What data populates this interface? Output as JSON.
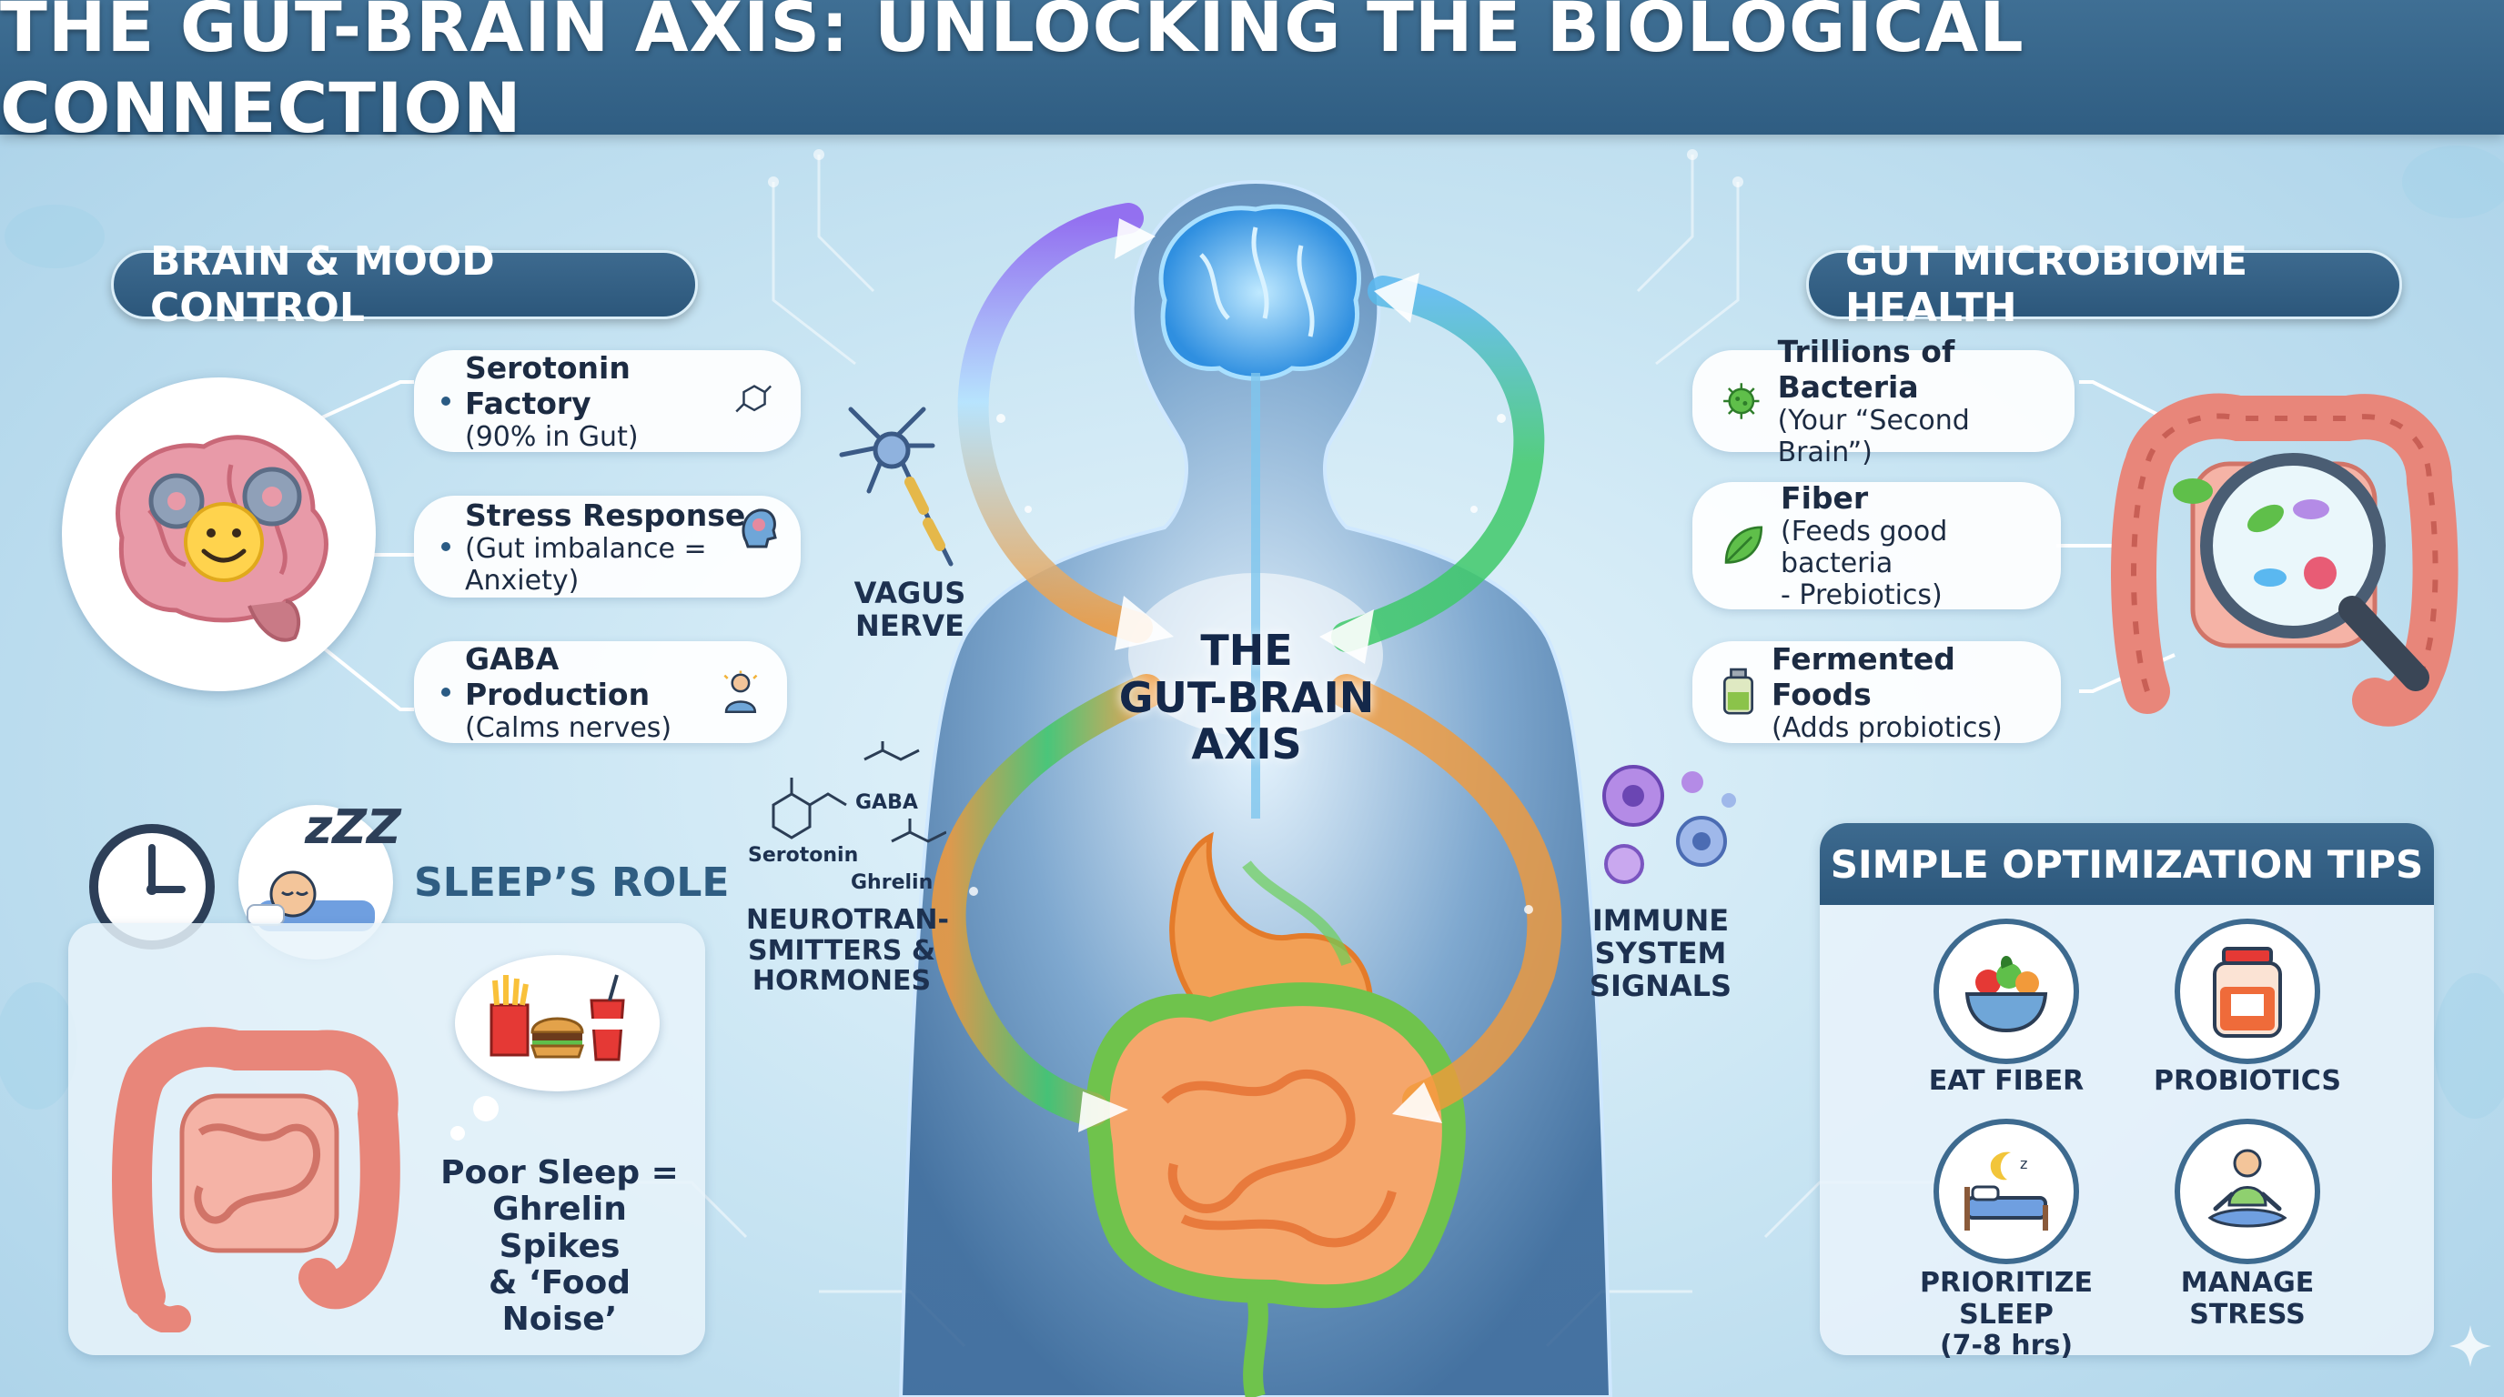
{
  "title": "THE GUT-BRAIN AXIS: UNLOCKING THE BIOLOGICAL CONNECTION",
  "center_label": {
    "line1": "THE",
    "line2": "GUT-BRAIN",
    "line3": "AXIS"
  },
  "brain_mood": {
    "heading": "BRAIN & MOOD CONTROL",
    "items": [
      {
        "title": "Serotonin Factory",
        "detail": "(90% in Gut)",
        "icon": "molecule-icon"
      },
      {
        "title": "Stress Response",
        "detail": "(Gut imbalance = Anxiety)",
        "icon": "head-gear-icon"
      },
      {
        "title": "GABA Production",
        "detail": "(Calms nerves)",
        "icon": "calm-person-icon"
      }
    ]
  },
  "gut_health": {
    "heading": "GUT MICROBIOME HEALTH",
    "items": [
      {
        "title": "Trillions of Bacteria",
        "detail": "(Your “Second Brain”)",
        "icon": "bacteria-icon"
      },
      {
        "title": "Fiber",
        "detail": "(Feeds good bacteria",
        "detail2": "- Prebiotics)",
        "icon": "leaf-icon"
      },
      {
        "title": "Fermented Foods",
        "detail": "(Adds probiotics)",
        "icon": "jar-icon"
      }
    ]
  },
  "vagus": {
    "line1": "VAGUS",
    "line2": "NERVE"
  },
  "neuro": {
    "line1": "NEUROTRAN-",
    "line2": "SMITTERS &",
    "line3": "HORMONES",
    "molecule_labels": [
      "GABA",
      "Serotonin",
      "Ghrelin"
    ]
  },
  "immune": {
    "line1": "IMMUNE",
    "line2": "SYSTEM",
    "line3": "SIGNALS"
  },
  "sleep": {
    "heading": "SLEEP’S ROLE",
    "zzz": "zZZ",
    "line1": "Poor Sleep =",
    "line2": "Ghrelin Spikes",
    "line3": "& ‘Food Noise’"
  },
  "tips": {
    "heading": "SIMPLE OPTIMIZATION TIPS",
    "items": [
      {
        "line1": "EAT FIBER",
        "line2": "",
        "icon": "salad-bowl-icon"
      },
      {
        "line1": "PROBIOTICS",
        "line2": "",
        "icon": "kimchi-jar-icon"
      },
      {
        "line1": "PRIORITIZE SLEEP",
        "line2": "(7-8 hrs)",
        "icon": "bed-moon-icon"
      },
      {
        "line1": "MANAGE",
        "line2": "STRESS",
        "icon": "meditation-icon"
      }
    ]
  },
  "colors": {
    "title_bar": "#2f5d82",
    "pill": "#3d6a8f",
    "arrow_purple": "#8a5cf0",
    "arrow_green": "#3fc96a",
    "arrow_orange": "#f29a3a",
    "gut_pink": "#e8867a",
    "gut_green": "#5fbf4a"
  }
}
